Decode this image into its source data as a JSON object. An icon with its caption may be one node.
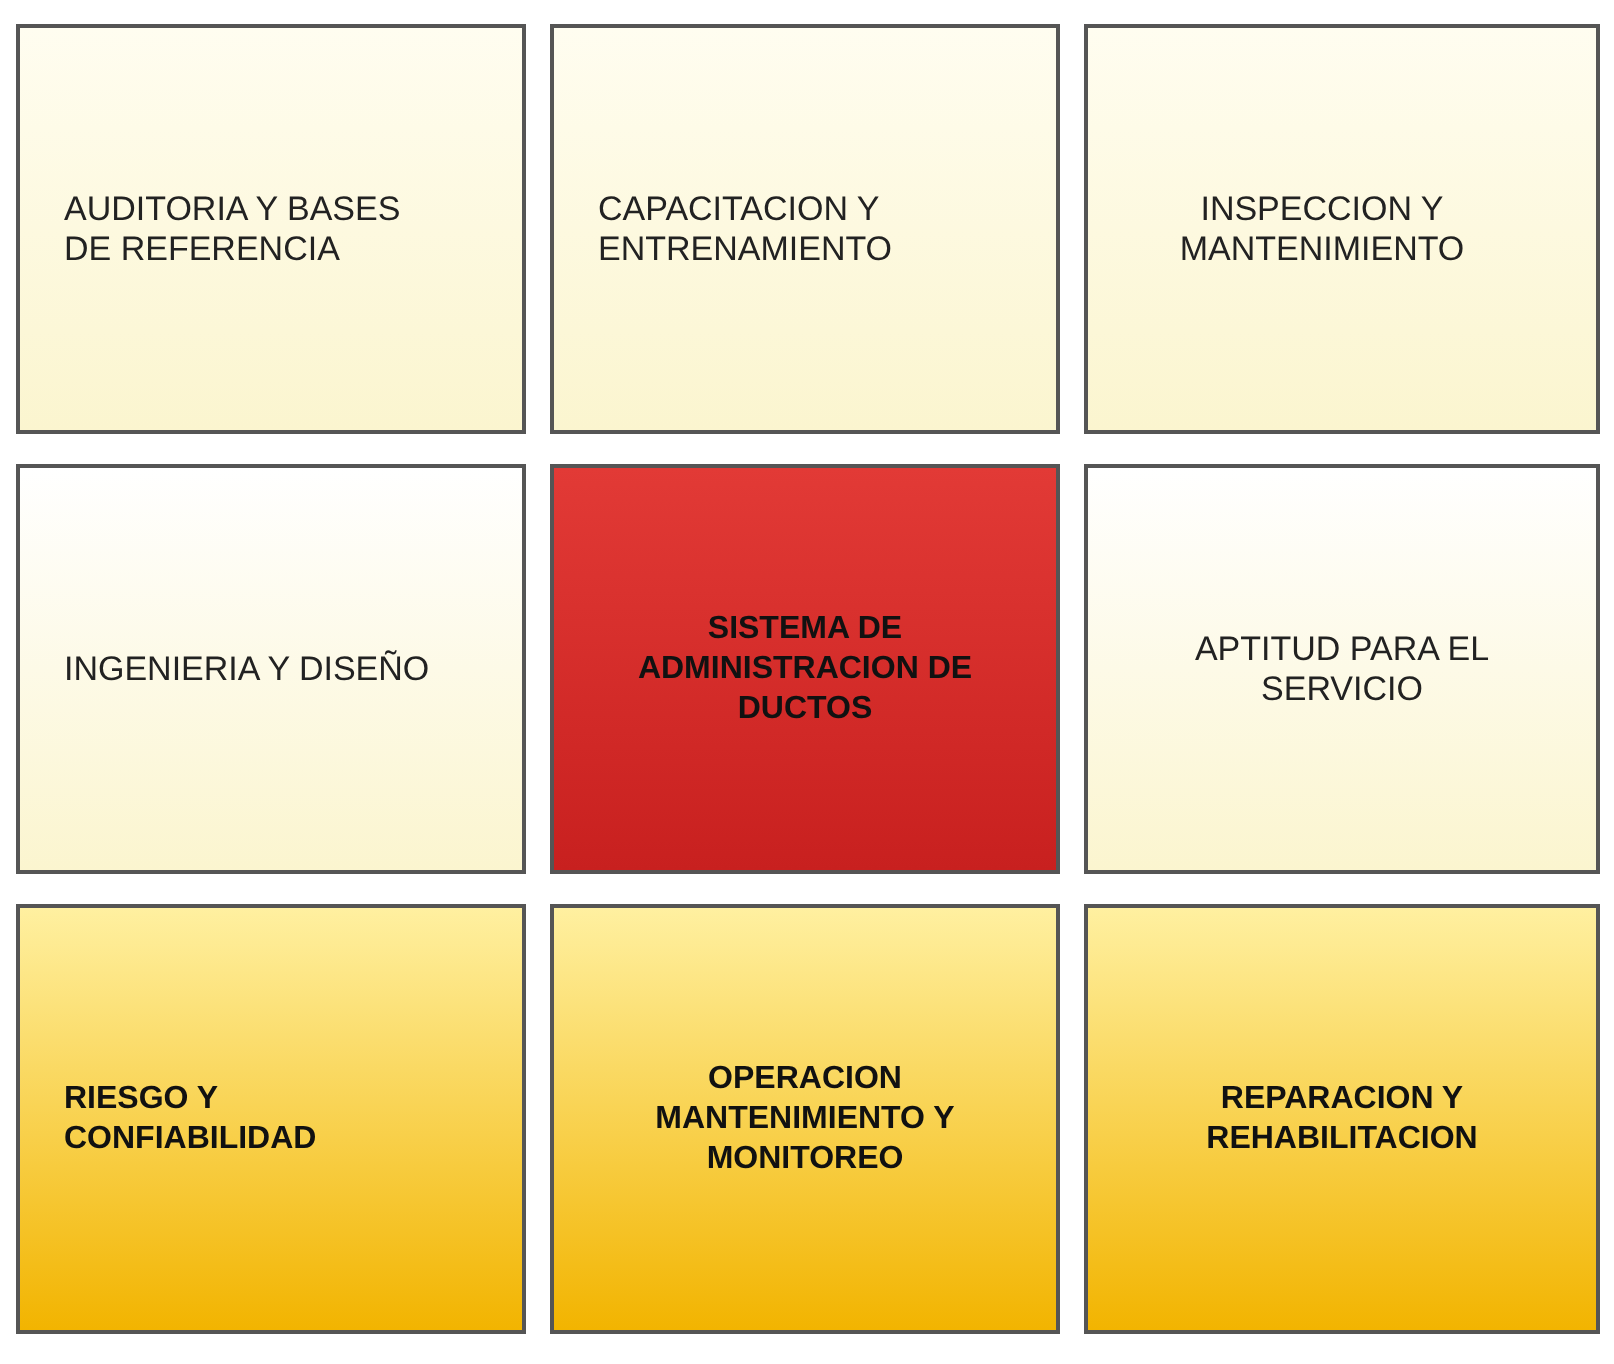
{
  "diagram": {
    "nodes": [
      {
        "text": [
          "AUDITORIA Y BASES DE REFERENCIA"
        ]
      },
      {
        "text": [
          "CAPACITACION Y ENTRENAMIENTO"
        ]
      },
      {
        "text": [
          "INSPECCION Y MANTENIMIENTO"
        ]
      },
      {
        "text": [
          "INGENIERIA Y DISEÑO"
        ]
      },
      {
        "text": [
          "SISTEMA DE ADMINISTRACION DE DUCTOS"
        ]
      },
      {
        "text": [
          "APTITUD PARA EL SERVICIO"
        ]
      },
      {
        "text": [
          "RIESGO Y CONFIABILIDAD"
        ]
      },
      {
        "text": [
          "OPERACION MANTENIMIENTO Y MONITOREO"
        ]
      },
      {
        "text": [
          "REPARACION Y REHABILITACION"
        ]
      }
    ]
  }
}
